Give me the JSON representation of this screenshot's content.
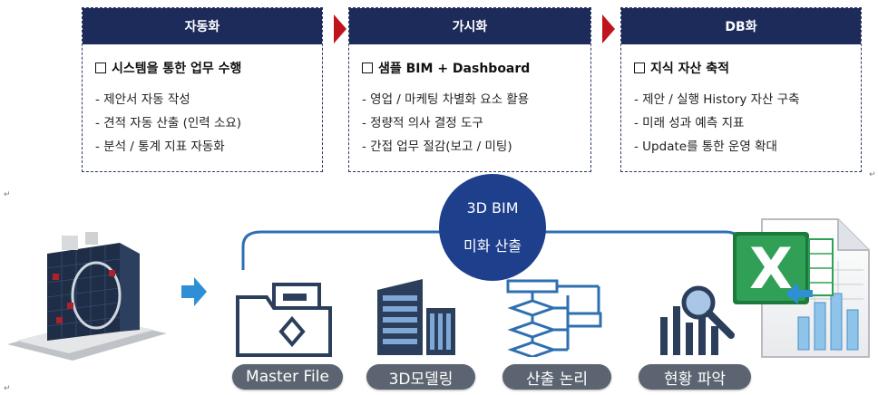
{
  "cards": [
    {
      "header": "자동화",
      "title": "시스템을 통한 업무 수행",
      "items": [
        "제안서 자동 작성",
        "견적 자동 산출 (인력 소요)",
        "분석 / 통계 지표 자동화"
      ]
    },
    {
      "header": "가시화",
      "title": "샘플 BIM + Dashboard",
      "items": [
        "영업 / 마케팅 차별화 요소 활용",
        "정량적 의사 결정 도구",
        "간접 업무 절감(보고 / 미팅)"
      ]
    },
    {
      "header": "DB화",
      "title": "지식 자산 축적",
      "items": [
        "제안 / 실행 History 자산 구축",
        "미래 성과 예측 지표",
        "Update를 통한 운영 확대"
      ]
    }
  ],
  "center": {
    "line1": "3D BIM",
    "line2": "미화 산출"
  },
  "steps": [
    "Master File",
    "3D모델링",
    "산출 논리",
    "현황 파악"
  ],
  "icons": {
    "building_model": "building-3d-model-image",
    "flow_arrow": "right-arrow-icon",
    "folder": "folder-icon",
    "buildings": "office-buildings-icon",
    "flowchart": "flowchart-icon",
    "chart": "bar-chart-magnifier-icon",
    "excel": "excel-icon"
  },
  "colors": {
    "navy": "#1c2b5a",
    "red": "#c0141c",
    "blue": "#1e3f8c",
    "icon": "#2b3f5c",
    "pill": "#5b6470"
  }
}
